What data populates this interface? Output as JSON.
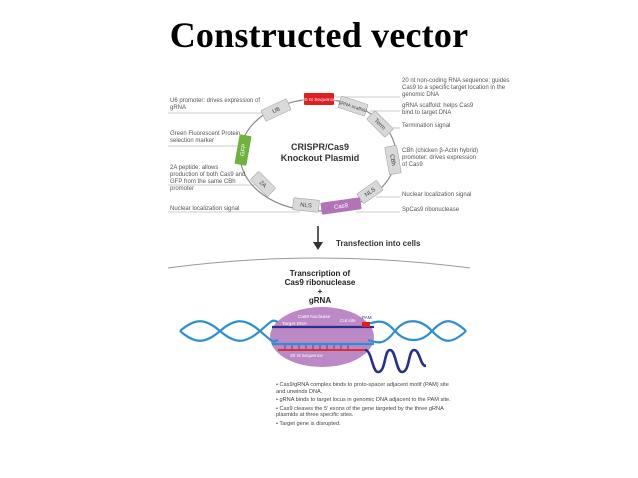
{
  "title": "Constructed vector",
  "plasmid": {
    "name_line1": "CRISPR/Cas9",
    "name_line2": "Knockout Plasmid",
    "segments": {
      "u6": "U6",
      "nt20": "20 nt Sequence",
      "grna": "gRNA scaffold",
      "term": "Term",
      "cbh": "CBh",
      "nls_right": "NLS",
      "cas9": "Cas9",
      "nls_left": "NLS",
      "twoA": "2A",
      "gfp": "GFP"
    },
    "left_notes": [
      "U6 promoter: drives expression of gRNA",
      "Green Fluorescent Protein selection marker",
      "2A peptide: allows production of both Cas9 and GFP from the same CBh promoter",
      "Nuclear localization signal"
    ],
    "right_notes": [
      "20 nt non-coding RNA sequence: guides Cas9 to a specific target location in the genomic DNA",
      "gRNA scaffold: helps Cas9 bind to target DNA",
      "Termination signal",
      "CBh (chicken β-Actin hybrid) promoter: drives expression of Cas9",
      "Nuclear localization signal",
      "SpCas9 ribonuclease"
    ]
  },
  "arrow_label": "Transfection into cells",
  "transcription": {
    "line1": "Transcription of",
    "line2": "Cas9 ribonuclease",
    "plus": "+",
    "line3": "gRNA"
  },
  "complex": {
    "cas9_nuclease": "Cas9 Nuclease",
    "target_dna": "Target DNA",
    "cut_site": "Cut site",
    "pam": "PAM",
    "nt20": "20 nt sequence"
  },
  "bullets": [
    "• Cas9/gRNA complex binds to proto-spacer adjacent motif (PAM) site and unwinds DNA.",
    "• gRNA binds to target locus in genomic DNA adjacent to the PAM site.",
    "• Cas9 cleaves the 5′ exons of the gene targeted by the three gRNA plasmids at three specific sites.",
    "• Target gene is disrupted."
  ],
  "colors": {
    "gray_segment": "#d9d9d9",
    "gfp_green": "#6fb23f",
    "nt20_red": "#e02020",
    "cas9_purple": "#b173b6",
    "complex_purple": "#b57bbf",
    "dna_blue": "#2d8fd0",
    "rna_navy": "#2a2f8a"
  }
}
